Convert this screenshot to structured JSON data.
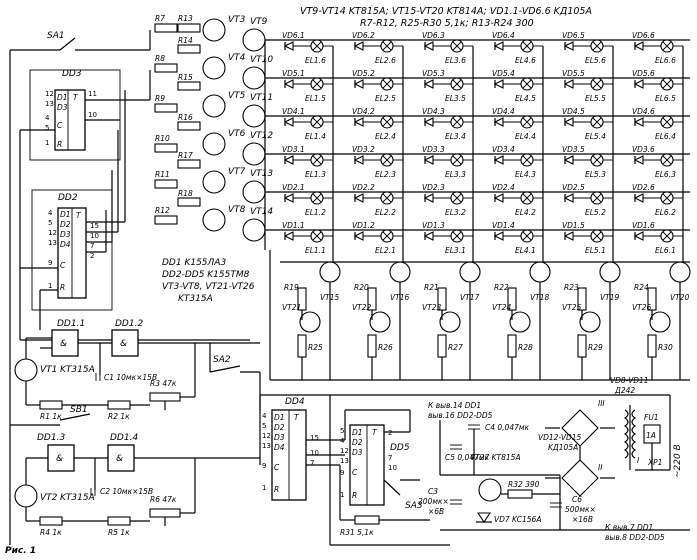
{
  "header": {
    "line1": "VT9-VT14  KT815A; VT15-VT20  KT814A; VD1.1-VD6.6  KД105A",
    "line2": "R7-R12, R25-R30  5,1к;  R13-R24  300"
  },
  "ic_notes": {
    "line1": "DD1  K155ЛA3",
    "line2": "DD2-DD5  K155TM8",
    "line3": "VT3-VT8, VT21-VT26",
    "line4": "KT315A"
  },
  "chips": {
    "dd1": "DD1",
    "dd2": "DD2",
    "dd3": "DD3",
    "dd4": "DD4",
    "dd5": "DD5",
    "dd1_1": "DD1.1",
    "dd1_2": "DD1.2",
    "dd1_3": "DD1.3",
    "dd1_4": "DD1.4",
    "t": "T",
    "c": "C",
    "r": "R",
    "d1": "D1",
    "d2": "D2",
    "d3": "D3",
    "d4": "D4",
    "amp": "&",
    "dd3_pins": [
      "12",
      "13",
      "4",
      "5",
      "1",
      "11",
      "10"
    ],
    "dd2_pins": [
      "4",
      "5",
      "12",
      "13",
      "9",
      "1",
      "15",
      "10",
      "7",
      "2"
    ],
    "dd4_pins": [
      "4",
      "5",
      "12",
      "13",
      "9",
      "1",
      "15",
      "10",
      "7"
    ],
    "dd5_pins": [
      "5",
      "4",
      "12",
      "13",
      "9",
      "1",
      "2",
      "7",
      "10"
    ]
  },
  "switches": {
    "sa1": "SA1",
    "sa2": "SA2",
    "sa3": "SA3",
    "sb1": "SB1"
  },
  "drivers": {
    "resistors": [
      "R7",
      "R13",
      "R14",
      "R8",
      "R15",
      "R9",
      "R16",
      "R10",
      "R17",
      "R11",
      "R18",
      "R12"
    ],
    "transistors": [
      "VT3",
      "VT4",
      "VT5",
      "VT6",
      "VT7",
      "VT8"
    ],
    "power": [
      "VT9",
      "VT10",
      "VT11",
      "VT12",
      "VT13",
      "VT14"
    ]
  },
  "matrix": {
    "diodes": [
      [
        "VD6.1",
        "VD6.2",
        "VD6.3",
        "VD6.4",
        "VD6.5",
        "VD6.6"
      ],
      [
        "VD5.1",
        "VD5.2",
        "VD5.3",
        "VD5.4",
        "VD5.5",
        "VD5.6"
      ],
      [
        "VD4.1",
        "VD4.2",
        "VD4.3",
        "VD4.4",
        "VD4.5",
        "VD4.6"
      ],
      [
        "VD3.1",
        "VD3.2",
        "VD3.3",
        "VD3.4",
        "VD3.5",
        "VD3.6"
      ],
      [
        "VD2.1",
        "VD2.2",
        "VD2.3",
        "VD2.4",
        "VD2.5",
        "VD2.6"
      ],
      [
        "VD1.1",
        "VD1.2",
        "VD1.3",
        "VD1.4",
        "VD1.5",
        "VD1.6"
      ]
    ],
    "lamps": [
      [
        "EL1.6",
        "EL2.6",
        "EL3.6",
        "EL4.6",
        "EL5.6",
        "EL6.6"
      ],
      [
        "EL1.5",
        "EL2.5",
        "EL3.5",
        "EL4.5",
        "EL5.5",
        "EL6.5"
      ],
      [
        "EL1.4",
        "EL2.4",
        "EL3.4",
        "EL4.4",
        "EL5.4",
        "EL6.4"
      ],
      [
        "EL1.3",
        "EL2.3",
        "EL3.3",
        "EL4.3",
        "EL5.3",
        "EL6.3"
      ],
      [
        "EL1.2",
        "EL2.2",
        "EL3.2",
        "EL4.2",
        "EL5.2",
        "EL6.2"
      ],
      [
        "EL1.1",
        "EL2.1",
        "EL3.1",
        "EL4.1",
        "EL5.1",
        "EL6.1"
      ]
    ]
  },
  "columns": {
    "r_top": [
      "R19",
      "R20",
      "R21",
      "R22",
      "R23",
      "R24"
    ],
    "vt_top": [
      "VT15",
      "VT16",
      "VT17",
      "VT18",
      "VT19",
      "VT20"
    ],
    "vt_low": [
      "VT21",
      "VT22",
      "VT23",
      "VT24",
      "VT25",
      "VT26"
    ],
    "r_low": [
      "R25",
      "R26",
      "R27",
      "R28",
      "R29",
      "R30"
    ]
  },
  "generator1": {
    "vt": "VT1",
    "vt_type": "KT315A",
    "r1": "R1  1к",
    "r2": "R2  1к",
    "c1": "C1  10мк×15В",
    "r3": "R3  47к"
  },
  "generator2": {
    "vt": "VT2",
    "vt_type": "KT315A",
    "r4": "R4  1к",
    "r5": "R5  1к",
    "c2": "C2  10мк×15В",
    "r6": "R6  47к"
  },
  "psu": {
    "note1": "К выв.14 DD1",
    "note2": "выв.16  DD2-DD5",
    "c4": "C4  0,047мк",
    "c5": "C5  0,047мк",
    "vt27": "VT27  KT815A",
    "r32": "R32  390",
    "c3": "C3",
    "c3_val": "200мк×",
    "c3_v": "×6В",
    "vd7": "VD7  KC156A",
    "c6": "C6",
    "c6_val": "500мк×",
    "c6_v": "×16В",
    "r31": "R31  5,1к",
    "bridge": "VD8-VD11",
    "bridge_type": "Д242",
    "bridge2": "VD12-VD15",
    "bridge2_type": "KД105A",
    "fuse": "FU1",
    "fuse_val": "1A",
    "mains": "~220 В",
    "plug": "XP1",
    "winding1": "I",
    "winding2": "II",
    "winding3": "III",
    "note3": "К выв.7 DD1",
    "note4": "выв.8  DD2-DD5"
  },
  "caption": "Рис. 1"
}
